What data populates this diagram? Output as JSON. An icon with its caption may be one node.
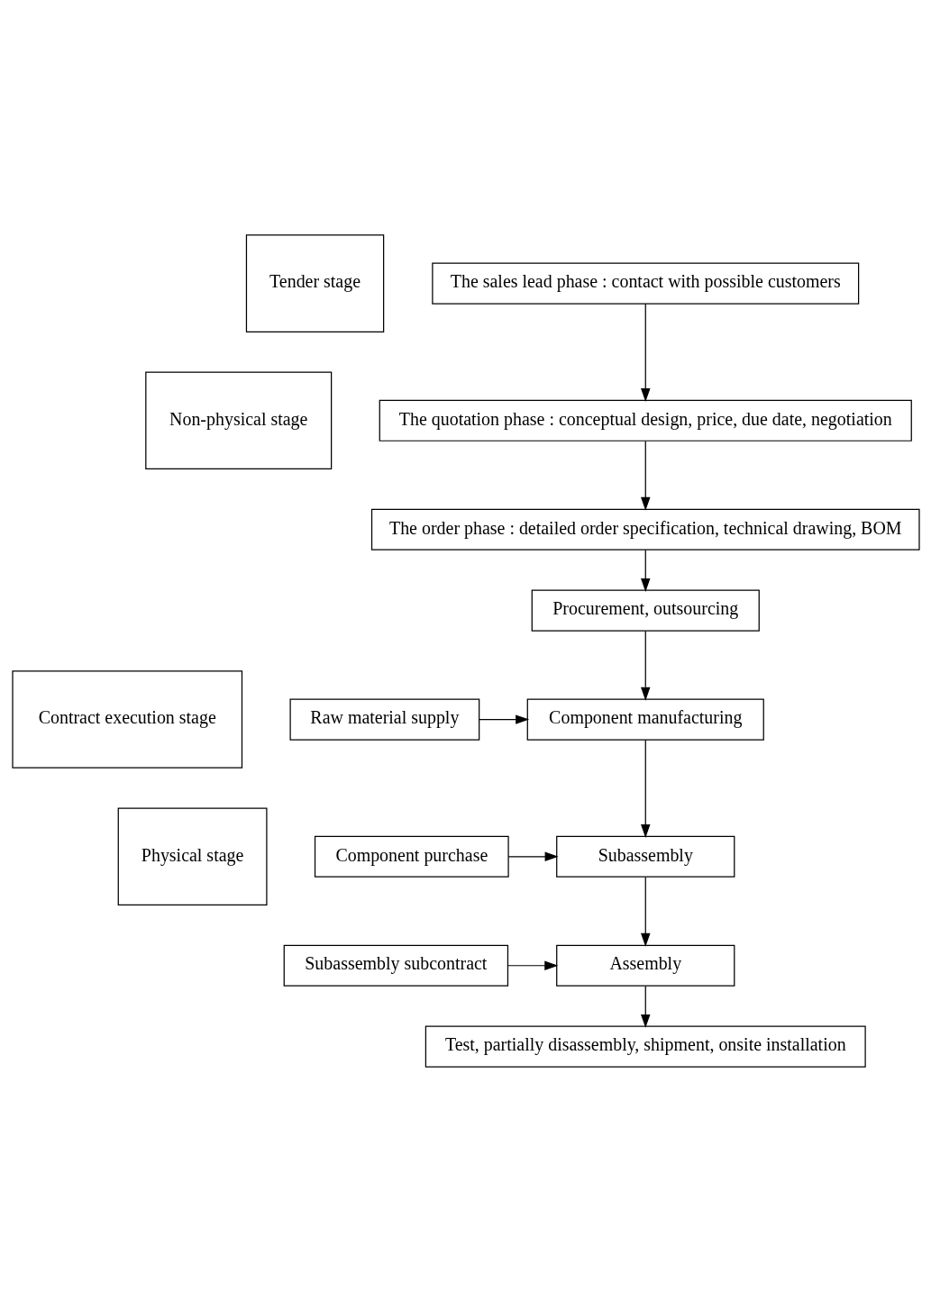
{
  "diagram": {
    "nodes": [
      {
        "text": [
          "Tender stage"
        ]
      },
      {
        "text": [
          "Contract execution stage"
        ]
      },
      {
        "text": [
          "Non-physical stage"
        ]
      },
      {
        "text": [
          "Physical stage"
        ]
      },
      {
        "text": [
          "The sales lead phase : contact with possible customers"
        ]
      },
      {
        "text": [
          "The quotation phase : conceptual design, price, due date, negotiation"
        ]
      },
      {
        "text": [
          "The order phase : detailed order specification, technical drawing, BOM"
        ]
      },
      {
        "text": [
          "Procurement, outsourcing"
        ]
      },
      {
        "text": [
          "Component manufacturing"
        ]
      },
      {
        "text": [
          "Raw material supply"
        ]
      },
      {
        "text": [
          "Subassembly"
        ]
      },
      {
        "text": [
          "Component purchase"
        ]
      },
      {
        "text": [
          "Assembly"
        ]
      },
      {
        "text": [
          "Subassembly subcontract"
        ]
      },
      {
        "text": [
          "Test, partially disassembly, shipment, onsite installation"
        ]
      }
    ],
    "edges": [
      {
        "from": 4,
        "to": 5,
        "arrow": "to"
      },
      {
        "from": 5,
        "to": 6,
        "arrow": "to"
      },
      {
        "from": 6,
        "to": 7,
        "arrow": "to"
      },
      {
        "from": 7,
        "to": 8,
        "arrow": "to"
      },
      {
        "from": 9,
        "to": 8,
        "arrow": "to"
      },
      {
        "from": 8,
        "to": 10,
        "arrow": "to"
      },
      {
        "from": 11,
        "to": 10,
        "arrow": "to"
      },
      {
        "from": 10,
        "to": 12,
        "arrow": "to"
      },
      {
        "from": 13,
        "to": 12,
        "arrow": "to"
      },
      {
        "from": 12,
        "to": 14,
        "arrow": "to"
      }
    ]
  }
}
